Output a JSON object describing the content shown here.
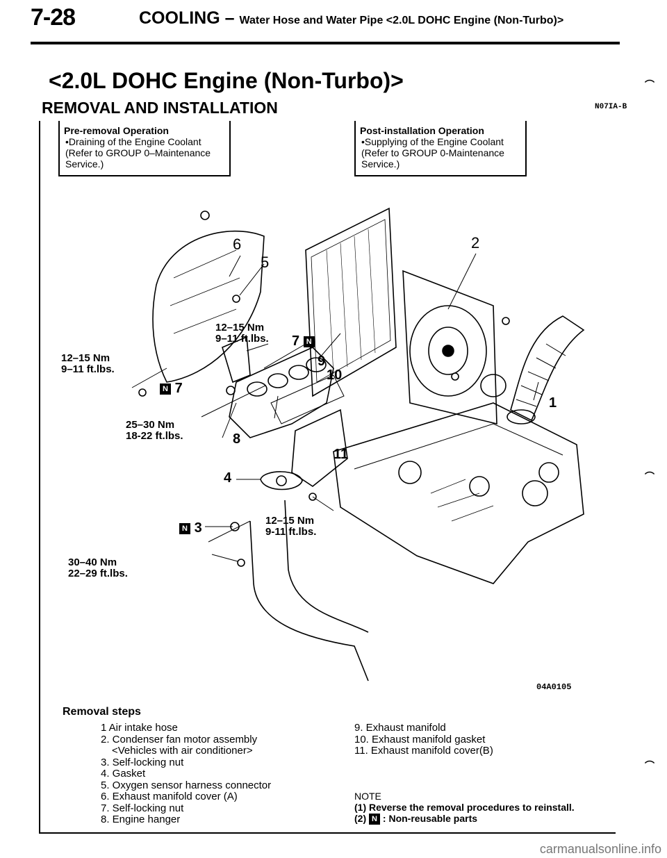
{
  "header": {
    "page_number": "7-28",
    "section": "COOLING",
    "dash": "–",
    "subsection": "Water Hose and Water Pipe <2.0L DOHC Engine (Non-Turbo)>"
  },
  "title": "<2.0L DOHC Engine (Non-Turbo)>",
  "subtitle": "REMOVAL AND INSTALLATION",
  "section_code": "N07IA-B",
  "pre_removal": {
    "title": "Pre-removal Operation",
    "line1": "•Draining of the Engine Coolant",
    "line2": "(Refer to GROUP 0–Maintenance",
    "line3": "Service.)"
  },
  "post_installation": {
    "title": "Post-installation Operation",
    "line1": "•Supplying of the Engine Coolant",
    "line2": "(Refer to GROUP 0-Maintenance",
    "line3": "Service.)"
  },
  "diagram": {
    "callouts": {
      "c1": "1",
      "c2": "2",
      "c3": "3",
      "c4": "4",
      "c5": "5",
      "c6": "6",
      "c7a": "7",
      "c7b": "7",
      "c8": "8",
      "c9": "9",
      "c10": "10",
      "c11": "11"
    },
    "torques": {
      "t1a": "12–15 Nm",
      "t1b": "9–11 ft.lbs.",
      "t2a": "12–15 Nm",
      "t2b": "9–11 ft.lbs.",
      "t3a": "25–30 Nm",
      "t3b": "18-22 ft.lbs.",
      "t4a": "12–15 Nm",
      "t4b": "9-11 ft.lbs.",
      "t5a": "30–40 Nm",
      "t5b": "22–29 ft.lbs."
    },
    "n_symbol": "N",
    "figure_code": "04A0105"
  },
  "removal_steps": {
    "title": "Removal steps",
    "left": [
      "1 Air intake hose",
      "2. Condenser fan motor assembly",
      "<Vehicles with air conditioner>",
      "3. Self-locking nut",
      "4. Gasket",
      "5. Oxygen sensor harness connector",
      "6. Exhaust manifold cover (A)",
      "7. Self-locking nut",
      "8. Engine hanger"
    ],
    "right": [
      "9. Exhaust manifold",
      "10. Exhaust manifold gasket",
      "11. Exhaust manifold cover(B)"
    ]
  },
  "note": {
    "title": "NOTE",
    "line1": "(1) Reverse the removal procedures to reinstall.",
    "line2_prefix": "(2)",
    "line2_suffix": ": Non-reusable parts"
  },
  "footer": "carmanualsonline.info"
}
